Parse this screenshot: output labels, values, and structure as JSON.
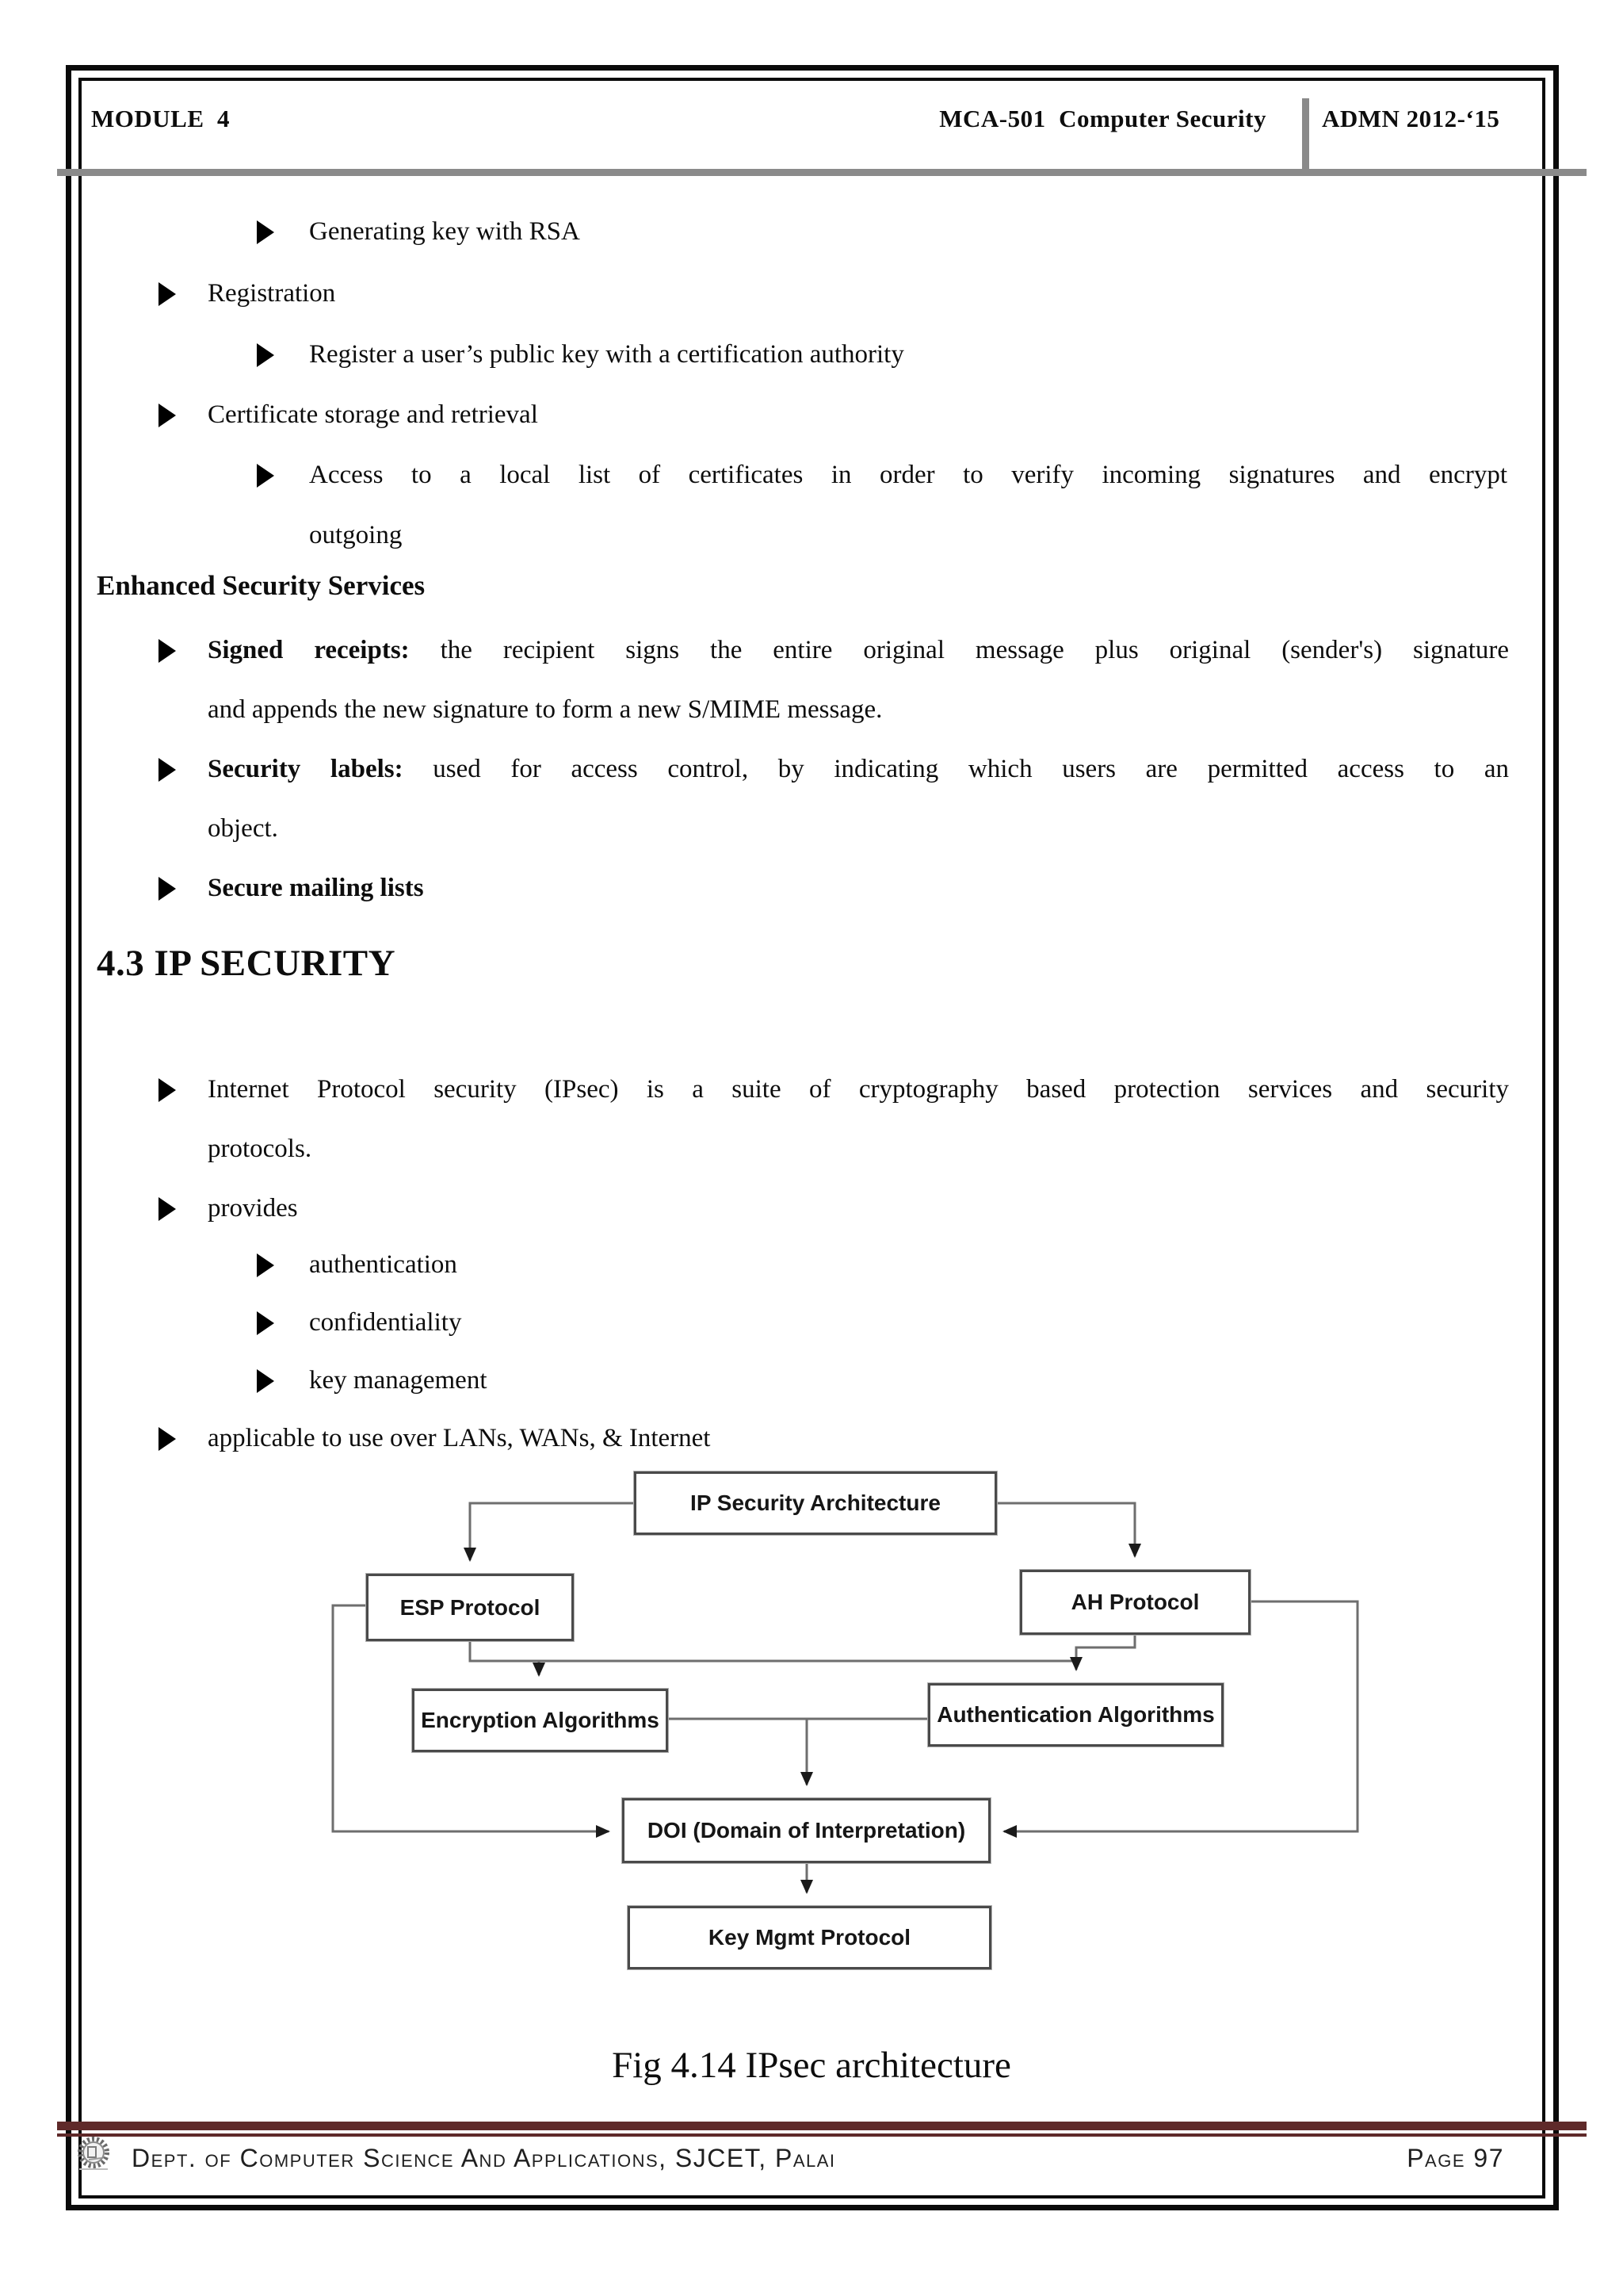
{
  "header": {
    "module": "MODULE  4",
    "course": "MCA-501  Computer Security",
    "admission": "ADMN 2012-‘15"
  },
  "content": {
    "heading_enhanced": "Enhanced Security Services",
    "heading_ip": "4.3 IP SECURITY",
    "items": [
      {
        "text": "Generating key with RSA"
      },
      {
        "text": "Registration"
      },
      {
        "text": "Register a user’s public key with a certification authority"
      },
      {
        "text": "Certificate storage and retrieval"
      },
      {
        "text": "Access to a local list of certificates in order to verify incoming signatures and encrypt"
      },
      {
        "text": "outgoing"
      },
      {
        "lead": "Signed receipts:",
        "text": " the recipient signs the entire original message plus original (sender's) signature"
      },
      {
        "text": "and appends the new signature to form a new S/MIME message."
      },
      {
        "lead": "Security labels:",
        "text": " used for access control, by indicating which users are permitted access to an"
      },
      {
        "text": "object."
      },
      {
        "text": "Secure mailing lists"
      },
      {
        "text": "Internet Protocol security (IPsec) is a suite of cryptography based protection services and security"
      },
      {
        "text": "protocols."
      },
      {
        "text": "provides"
      },
      {
        "text": "authentication"
      },
      {
        "text": "confidentiality"
      },
      {
        "text": "key management"
      },
      {
        "text": "applicable to use over LANs, WANs, & Internet"
      }
    ]
  },
  "diagram": {
    "caption": "Fig 4.14 IPsec architecture",
    "nodes": {
      "ipsa": "IP Security Architecture",
      "esp": "ESP Protocol",
      "ah": "AH Protocol",
      "enc": "Encryption Algorithms",
      "auth": "Authentication Algorithms",
      "doi": "DOI (Domain of Interpretation)",
      "kmp": "Key Mgmt Protocol"
    }
  },
  "footer": {
    "dept": "Dept. of Computer Science And Applications, SJCET, Palai",
    "page": "Page 97"
  },
  "colors": {
    "border_black": "#0a0a0a",
    "bar_gray": "#8a8a8a",
    "bar_maroon": "#5f2a2a",
    "diagram_line_gray": "#6e6e6e"
  }
}
